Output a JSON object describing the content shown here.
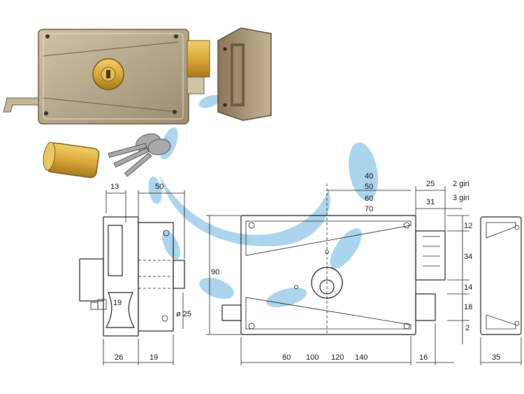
{
  "colors": {
    "watermark": "#8fc6e8",
    "lock_body": "#b8a98c",
    "lock_shadow": "#7a6a52",
    "brass": "#d9a93a",
    "line": "#1a1a1a"
  },
  "labels": {
    "side_top_13": "13",
    "side_top_50": "50",
    "side_inner_19": "19",
    "side_bottom_26": "26",
    "side_bottom_19": "19",
    "diameter_25": "ø 25",
    "height_90": "90",
    "backset_40": "40",
    "backset_50": "50",
    "backset_60": "60",
    "backset_70": "70",
    "width_80": "80",
    "width_100": "100",
    "width_120": "120",
    "width_140": "140",
    "right_16": "16",
    "keeper_25": "25",
    "keeper_31": "31",
    "gir_2": "2 giri",
    "gir_3": "3 giri",
    "vert_12": "12",
    "vert_34": "34",
    "vert_14": "14",
    "vert_18": "18",
    "vert_2": "2",
    "keeper_35": "35"
  }
}
